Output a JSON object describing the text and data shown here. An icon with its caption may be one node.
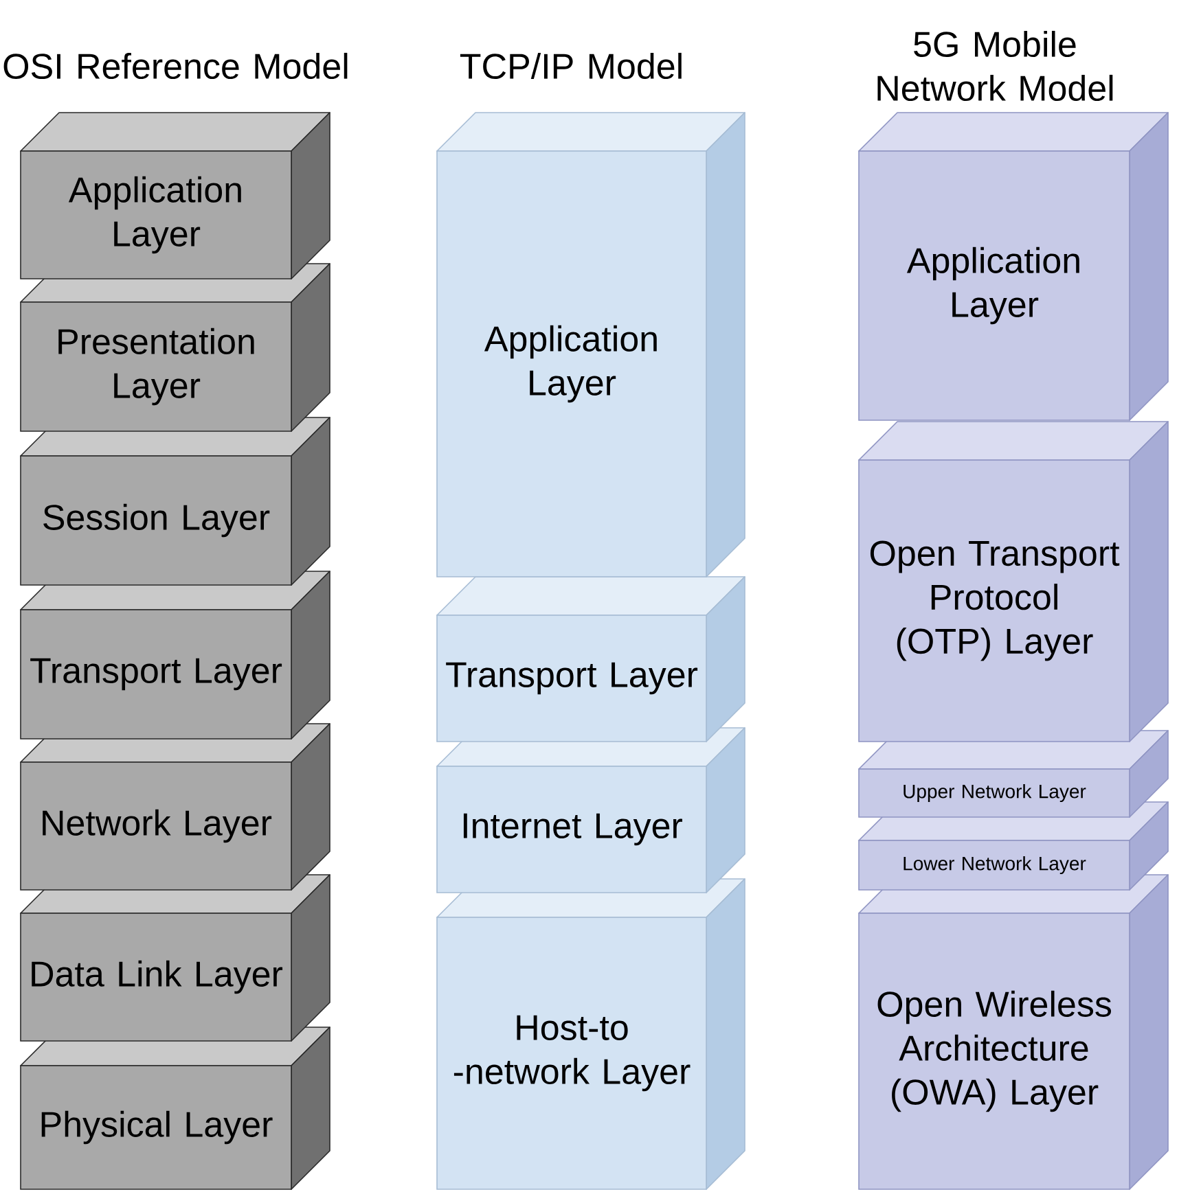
{
  "diagram": {
    "nodes": [
      {
        "text": [
          "Application Layer"
        ]
      },
      {
        "text": [
          "Presentation Layer"
        ]
      },
      {
        "text": [
          "Session Layer"
        ]
      },
      {
        "text": [
          "Transport Layer"
        ]
      },
      {
        "text": [
          "Network Layer"
        ]
      },
      {
        "text": [
          "Data Link Layer"
        ]
      },
      {
        "text": [
          "Physical Layer"
        ]
      },
      {
        "text": [
          "Application Layer"
        ]
      },
      {
        "text": [
          "Transport Layer"
        ]
      },
      {
        "text": [
          "Internet Layer"
        ]
      },
      {
        "text": [
          "Host-to -network Layer"
        ]
      },
      {
        "text": [
          "Application Layer"
        ]
      },
      {
        "text": [
          "Open Transport Protocol (OTP) Layer"
        ]
      },
      {
        "text": [
          "Upper Network Layer"
        ]
      },
      {
        "text": [
          "Lower Network Layer"
        ]
      },
      {
        "text": [
          "Open Wireless Architecture (OWA) Layer"
        ]
      }
    ],
    "labels": [
      "OSI Reference Model",
      "TCP/IP Model",
      "5G Mobile Network Model"
    ]
  }
}
